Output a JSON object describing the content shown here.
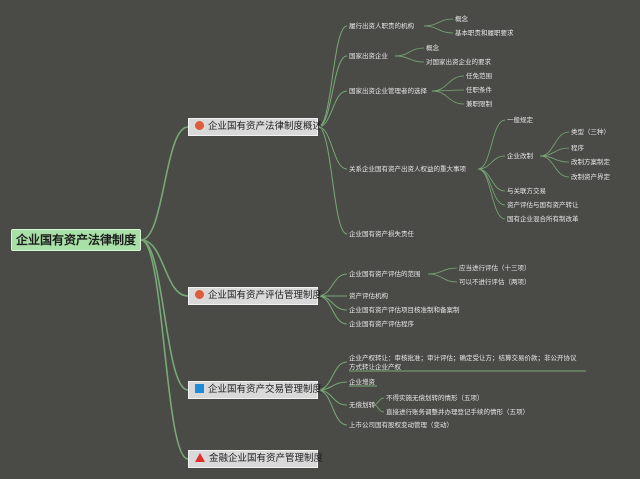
{
  "root": "企业国有资产法律制度",
  "colors": {
    "background": "#4a4b47",
    "link": "#79a877",
    "root_fill": "#a8e0a8",
    "branch_fill": "#d9d9d9"
  },
  "branches": [
    {
      "label": "企业国有资产法律制度概述",
      "icon": "warning-icon"
    },
    {
      "label": "企业国有资产评估管理制度",
      "icon": "warning-icon"
    },
    {
      "label": "企业国有资产交易管理制度",
      "icon": "blue-square-icon"
    },
    {
      "label": "金融企业国有资产管理制度",
      "icon": "red-triangle-icon"
    }
  ],
  "b1": {
    "c1": "履行出资人职责的机构",
    "c1_1": "概念",
    "c1_2": "基本职责和履职要求",
    "c2": "国家出资企业",
    "c2_1": "概念",
    "c2_2": "对国家出资企业的要求",
    "c3": "国家出资企业管理者的选择",
    "c3_1": "任免范围",
    "c3_2": "任职条件",
    "c3_3": "兼职限制",
    "c4": "关系企业国有资产出资人权益的重大事项",
    "c4_1": "一般规定",
    "c4_2": "企业改制",
    "c4_2_1": "类型（三种）",
    "c4_2_2": "程序",
    "c4_2_3": "改制方案制定",
    "c4_2_4": "改制资产界定",
    "c4_3": "与关联方交易",
    "c4_4": "资产评估与国有资产转让",
    "c4_5": "国有企业混合所有制改革",
    "c5": "企业国有资产损失责任"
  },
  "b2": {
    "c1": "企业国有资产评估的范围",
    "c1_1": "应当进行评估（十三项）",
    "c1_2": "可以不进行评估（两项）",
    "c2": "资产评估机构",
    "c3": "企业国有资产评估项目核准制和备案制",
    "c4": "企业国有资产评估程序"
  },
  "b3": {
    "c1a": "企业产权转让：审核批准；审计评估；确定受让方；结算交易价款；非公开协议",
    "c1b": "方式转让企业产权",
    "c2": "企业增资",
    "c3": "无偿划转",
    "c3_1": "不得实施无偿划转的情形（五项）",
    "c3_2": "直接进行账务调整并办理登记手续的情形（五项）",
    "c4": "上市公司国有股权变动管理（变动）"
  }
}
